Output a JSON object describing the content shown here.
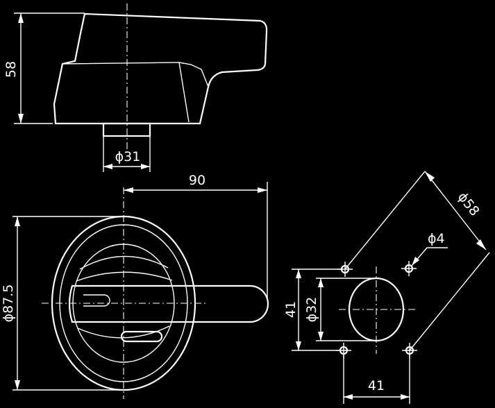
{
  "dimensions": {
    "height_top": "58",
    "shaft_diameter": "ϕ31",
    "handle_length": "90",
    "outer_diameter": "ϕ87.5",
    "circle_diameter": "ϕ58",
    "hole_diameter": "ϕ4",
    "cutout_diameter": "ϕ32",
    "spacing_vertical": "41",
    "spacing_horizontal": "41"
  }
}
